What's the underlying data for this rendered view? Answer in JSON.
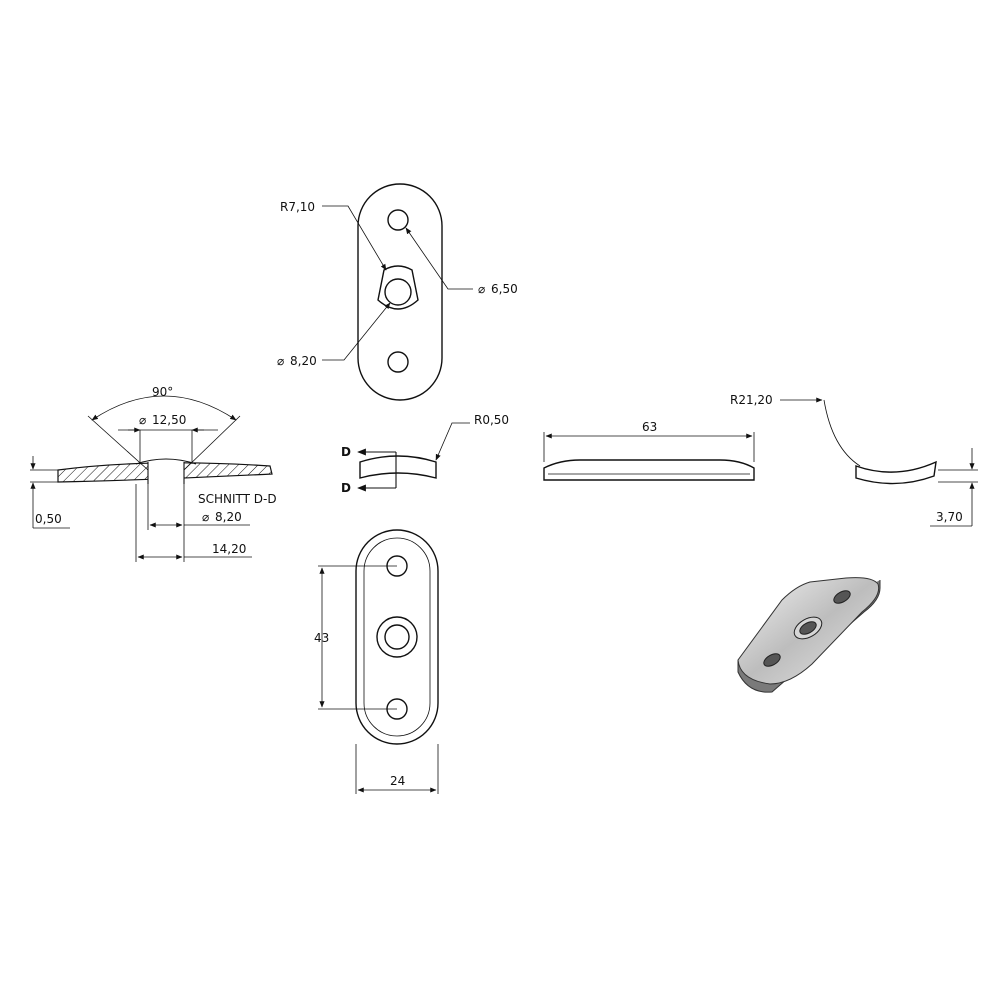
{
  "drawing": {
    "top_view": {
      "radius_label": "R7,10",
      "hole_small_label": "6,50",
      "hole_center_label": "8,20"
    },
    "section_view": {
      "angle_label": "90°",
      "counterbore_label": "12,50",
      "thickness_label": "0,50",
      "section_title": "SCHNITT D-D",
      "bore_label": "8,20",
      "width_label": "14,20"
    },
    "end_view": {
      "cut_marker_top": "D",
      "cut_marker_bottom": "D",
      "edge_radius_label": "R0,50"
    },
    "side_view": {
      "length_label": "63"
    },
    "curve_view": {
      "bend_radius_label": "R21,20",
      "height_label": "3,70"
    },
    "front_view": {
      "hole_spacing_label": "43",
      "width_label": "24"
    },
    "diameter_symbol": "⌀"
  }
}
